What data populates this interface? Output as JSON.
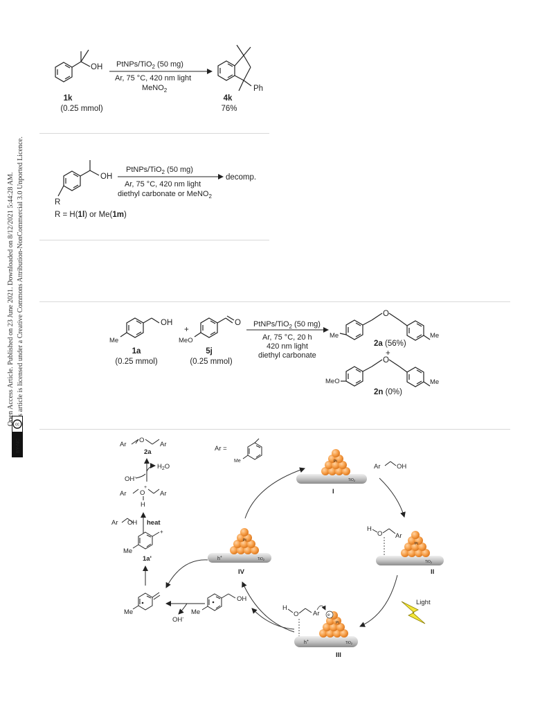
{
  "side_note": {
    "line1": "Open Access Article. Published on 23 June 2021. Downloaded on 8/12/2021 5:44:28 AM.",
    "line2": "This article is licensed under a Creative Commons Attribution-NonCommercial 3.0 Unported Licence.",
    "badge": "BY-NC"
  },
  "scheme1": {
    "reagent": "PtNPs/TiO",
    "reagent_sub": "2",
    "reagent_tail": " (50 mg)",
    "cond1": "Ar, 75 °C, 420 nm light",
    "cond2": "MeNO",
    "cond2_sub": "2",
    "sm_label": "1k",
    "sm_amount": "(0.25 mmol)",
    "product_label": "4k",
    "product_yield": "76%",
    "oh": "OH",
    "ph": "Ph"
  },
  "scheme2": {
    "reagent": "PtNPs/TiO",
    "reagent_sub": "2",
    "reagent_tail": " (50 mg)",
    "cond1": "Ar, 75 °C, 420 nm light",
    "cond2": "diethyl carbonate or MeNO",
    "cond2_sub": "2",
    "result": "decomp.",
    "oh": "OH",
    "r": "R",
    "r_def_a": "R = H(",
    "r_def_b": "1l",
    "r_def_c": ") or Me(",
    "r_def_d": "1m",
    "r_def_e": ")"
  },
  "scheme3": {
    "sm1_label": "1a",
    "sm1_amount": "(0.25 mmol)",
    "sm2_label": "5j",
    "sm2_amount": "(0.25 mmol)",
    "plus": "+",
    "reagent": "PtNPs/TiO",
    "reagent_sub": "2",
    "reagent_tail": " (50 mg)",
    "cond1": "Ar, 75 °C, 20 h",
    "cond2": "420 nm light",
    "cond3": "diethyl carbonate",
    "p1_label": "2a",
    "p1_yield": " (56%)",
    "p2_label": "2n",
    "p2_yield": " (0%)",
    "me": "Me",
    "meo": "MeO",
    "oh": "OH",
    "o": "O"
  },
  "mechanism": {
    "ar_eq": "Ar =",
    "me": "Me",
    "ar": "Ar",
    "oh": "OH",
    "o": "O",
    "h": "H",
    "product": "2a",
    "water": "H",
    "water_sub": "2",
    "water_tail": "O",
    "hydroxide": "OH",
    "hydroxide_sup": "-",
    "heat": "heat",
    "cation_label": "1a'",
    "plus": "+",
    "pt": "Pt",
    "tio2": "TiO",
    "tio2_sub": "2",
    "hole": "h",
    "hole_sup": "+",
    "electron": "e",
    "electron_sup": "-",
    "state1": "I",
    "state2": "II",
    "state3": "III",
    "state4": "IV",
    "light": "Light",
    "colors": {
      "pt_orange": "#f7a04a",
      "pt_dark": "#e07b1f",
      "support": "#bfbfbf",
      "bolt": "#f3e53a"
    }
  }
}
